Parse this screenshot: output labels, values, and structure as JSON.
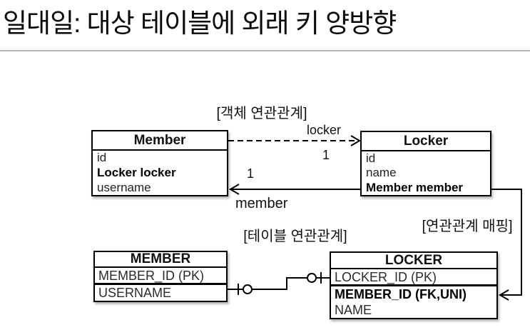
{
  "page": {
    "title": "일대일: 대상 테이블에 외래 키 양방향"
  },
  "diagram": {
    "object_section_label": "[객체 연관관계]",
    "table_section_label": "[테이블 연관관계]",
    "mapping_label": "[연관관계 매핑]",
    "member_entity": {
      "title": "Member",
      "fields": [
        "id",
        "Locker locker",
        "username"
      ]
    },
    "locker_entity": {
      "title": "Locker",
      "fields": [
        "id",
        "name",
        "Member member"
      ]
    },
    "member_table": {
      "title": "MEMBER",
      "columns": [
        "MEMBER_ID (PK)",
        "USERNAME"
      ]
    },
    "locker_table": {
      "title": "LOCKER",
      "columns": [
        "LOCKER_ID (PK)",
        "MEMBER_ID (FK,UNI)",
        "NAME"
      ]
    },
    "associations": {
      "locker_arrow_label": "locker",
      "locker_arrow_multiplicity": "1",
      "member_arrow_label": "member",
      "member_arrow_multiplicity": "1"
    },
    "colors": {
      "line": "#000000",
      "divider": "#b3b3b3",
      "text": "#111111",
      "background": "#ffffff"
    }
  }
}
